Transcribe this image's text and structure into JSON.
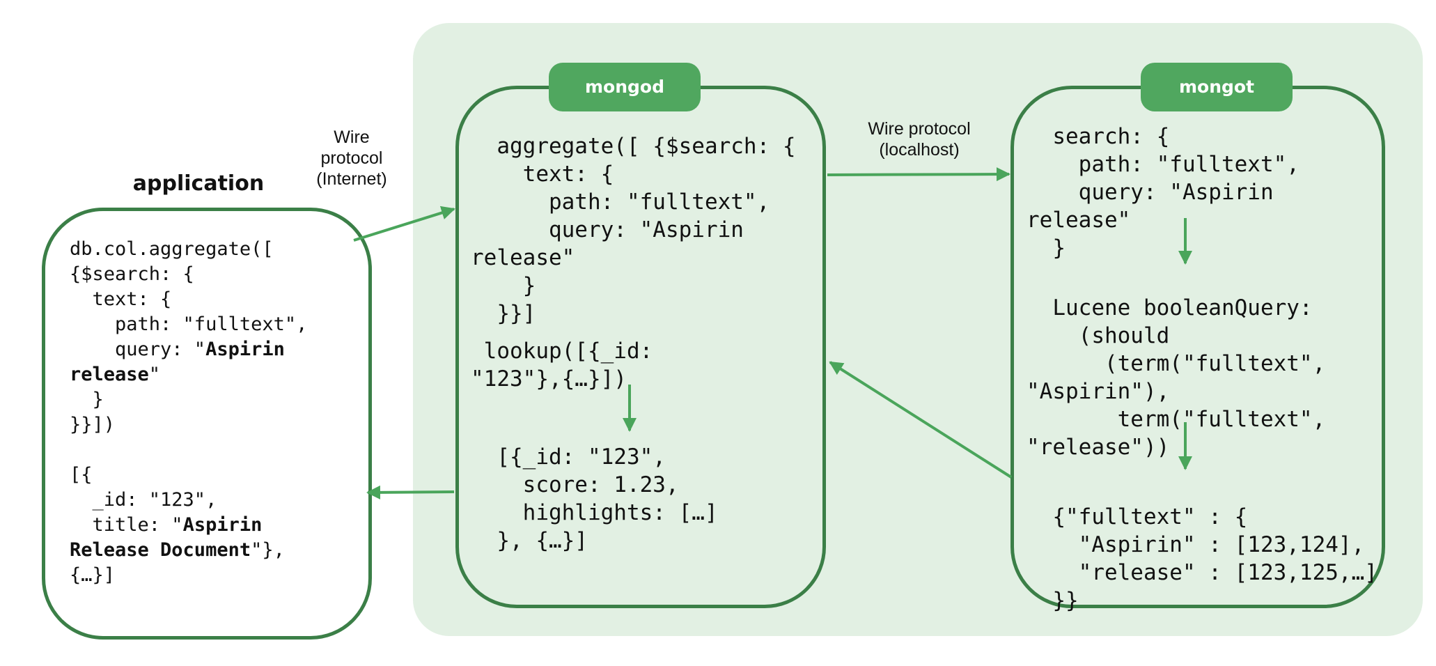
{
  "application": {
    "title": "application",
    "request_code_lines": [
      "db.col.aggregate([",
      "{$search: {",
      "  text: {",
      "    path: \"fulltext\",",
      "    query: \"Aspirin",
      "release\"",
      "  }",
      "}}])"
    ],
    "response_code_lines": [
      "[{",
      "  _id: \"123\",",
      "  title: \"Aspirin",
      "Release Document\"},",
      "{…}]"
    ],
    "bold_terms": [
      "Aspirin",
      "release",
      "Release Document"
    ]
  },
  "mongod": {
    "title": "mongod",
    "aggregate_code": "  aggregate([ {$search: {\n    text: {\n      path: \"fulltext\",\n      query: \"Aspirin\nrelease\"\n    }\n  }}]",
    "lookup_code": " lookup([{_id:\n\"123\"},{…}])",
    "result_code": "  [{_id: \"123\",\n    score: 1.23,\n    highlights: […]\n  }, {…}]"
  },
  "mongot": {
    "title": "mongot",
    "search_code": "  search: {\n    path: \"fulltext\",\n    query: \"Aspirin\nrelease\"\n  }",
    "lucene_code": "  Lucene booleanQuery:\n    (should\n      (term(\"fulltext\",\n\"Aspirin\"),\n       term(\"fulltext\",\n\"release\"))",
    "index_code": "  {\"fulltext\" : {\n    \"Aspirin\" : [123,124],\n    \"release\" : [123,125,…]\n  }}"
  },
  "connections": {
    "app_to_mongod_label": "Wire\nprotocol\n(Internet)",
    "mongod_to_mongot_label": "Wire protocol\n(localhost)"
  },
  "colors": {
    "panel_background": "#e2f0e3",
    "box_border": "#3b7f47",
    "tab_fill": "#50a75f",
    "arrow": "#4aa55b"
  }
}
